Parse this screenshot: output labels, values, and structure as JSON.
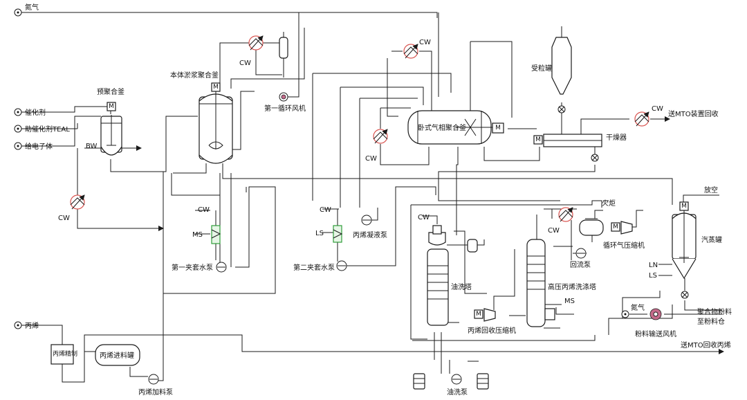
{
  "labels": {
    "nitrogen_top": "氮气",
    "catalyst": "催化剂",
    "cocatalyst": "助催化剂TEAL",
    "donor": "给电子体",
    "propylene": "丙烯",
    "propylene_refine": "丙烯精制",
    "propylene_feed_tank": "丙烯进料罐",
    "propylene_feed_pump": "丙烯加料泵",
    "prepoly": "预聚合釜",
    "bulk_loop": "本体淤浆聚合釜",
    "circ_fan": "第一循环风机",
    "jacket_pump1": "第一夹套水泵",
    "jacket_pump2": "第二夹套水泵",
    "horiz_gas": "卧式气相聚合釜",
    "condensate_pump": "丙烯凝液泵",
    "cw": "CW",
    "bw": "BW",
    "ms": "MS",
    "ls": "LS",
    "ln": "LN",
    "motor": "M",
    "receiver": "受粒罐",
    "dryer": "干燥器",
    "to_mto_1": "送MTO装置回收",
    "to_mto_2": "送MTO回收丙烯",
    "flare": "火炬",
    "vent": "放空",
    "recycle_compressor": "循环气压缩机",
    "reflux_pump": "回流泵",
    "steamer": "汽蒸罐",
    "oil_wash": "油洗塔",
    "hp_tower": "高压丙烯洗涤塔",
    "prop_recovery_comp": "丙烯回收压缩机",
    "oil_pump": "油洗泵",
    "nitrogen_bottom": "氮气",
    "powder_fan": "粉料输送风机",
    "to_silo_1": "聚合物粉料",
    "to_silo_2": "至粉料仓"
  }
}
